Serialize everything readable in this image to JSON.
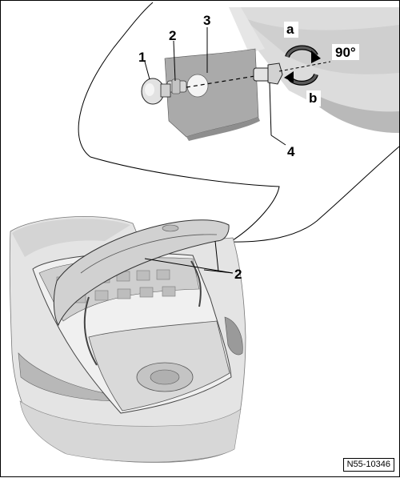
{
  "callouts": {
    "c1": "1",
    "c2": "2",
    "c3": "3",
    "c4": "4",
    "a": "a",
    "b": "b",
    "angle": "90°",
    "c2_vehicle": "2"
  },
  "reference_code": "N55-10346",
  "colors": {
    "line": "#000000",
    "panel": "#a9a9a9",
    "panel_dark": "#8e8e8e",
    "body_light": "#e3e3e3",
    "body_mid": "#cfcfcf",
    "body_dark": "#a8a8a8",
    "arrow_grey": "#5a5a5a"
  }
}
